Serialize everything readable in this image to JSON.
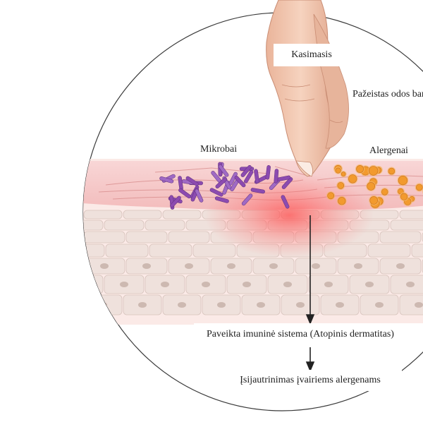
{
  "labels": {
    "scratching": "Kasimasis",
    "damaged_skin": "Pažeistas odos barjeras",
    "microbes": "Mikrobai",
    "allergens": "Alergenai",
    "immune_system": "Paveikta imuninė sistema (Atopinis dermatitas)",
    "sensitization": "Įsijautrinimas įvairiems alergenams"
  },
  "colors": {
    "skin_surface": "#f6c7c7",
    "cell_fill": "#efe1dc",
    "nucleus": "#cdb9b1",
    "microbes": "#8c4bb0",
    "allergens": "#f29a2e",
    "inflammation": "#ff5a5a",
    "finger": "#f2c8b0",
    "arrow": "#222222"
  }
}
